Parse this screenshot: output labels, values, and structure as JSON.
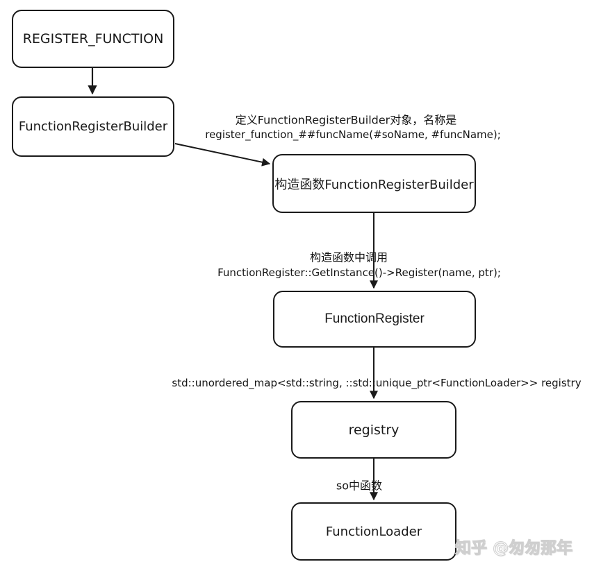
{
  "diagram": {
    "nodes": {
      "register_function": {
        "label": "REGISTER_FUNCTION"
      },
      "function_register_builder": {
        "label": "FunctionRegisterBuilder"
      },
      "ctor_builder": {
        "label": "构造函数FunctionRegisterBuilder"
      },
      "function_register": {
        "label": "FunctionRegister"
      },
      "registry": {
        "label": "registry"
      },
      "function_loader": {
        "label": "FunctionLoader"
      }
    },
    "edge_labels": {
      "define_builder": {
        "line1": "定义FunctionRegisterBuilder对象，名称是",
        "line2": "register_function_##funcName(#soName, #funcName);"
      },
      "ctor_call": {
        "line1": "构造函数中调用",
        "line2": "FunctionRegister::GetInstance()->Register(name, ptr);"
      },
      "registry_member": {
        "line1": "std::unordered_map<std::string, ::std::unique_ptr<FunctionLoader>> registry"
      },
      "so_function": {
        "line1": "so中函数"
      }
    },
    "watermark": "知乎 @匆匆那年",
    "colors": {
      "stroke": "#1a1a1a",
      "text": "#141414",
      "watermark": "#cfcfcf",
      "background": "#ffffff"
    }
  }
}
